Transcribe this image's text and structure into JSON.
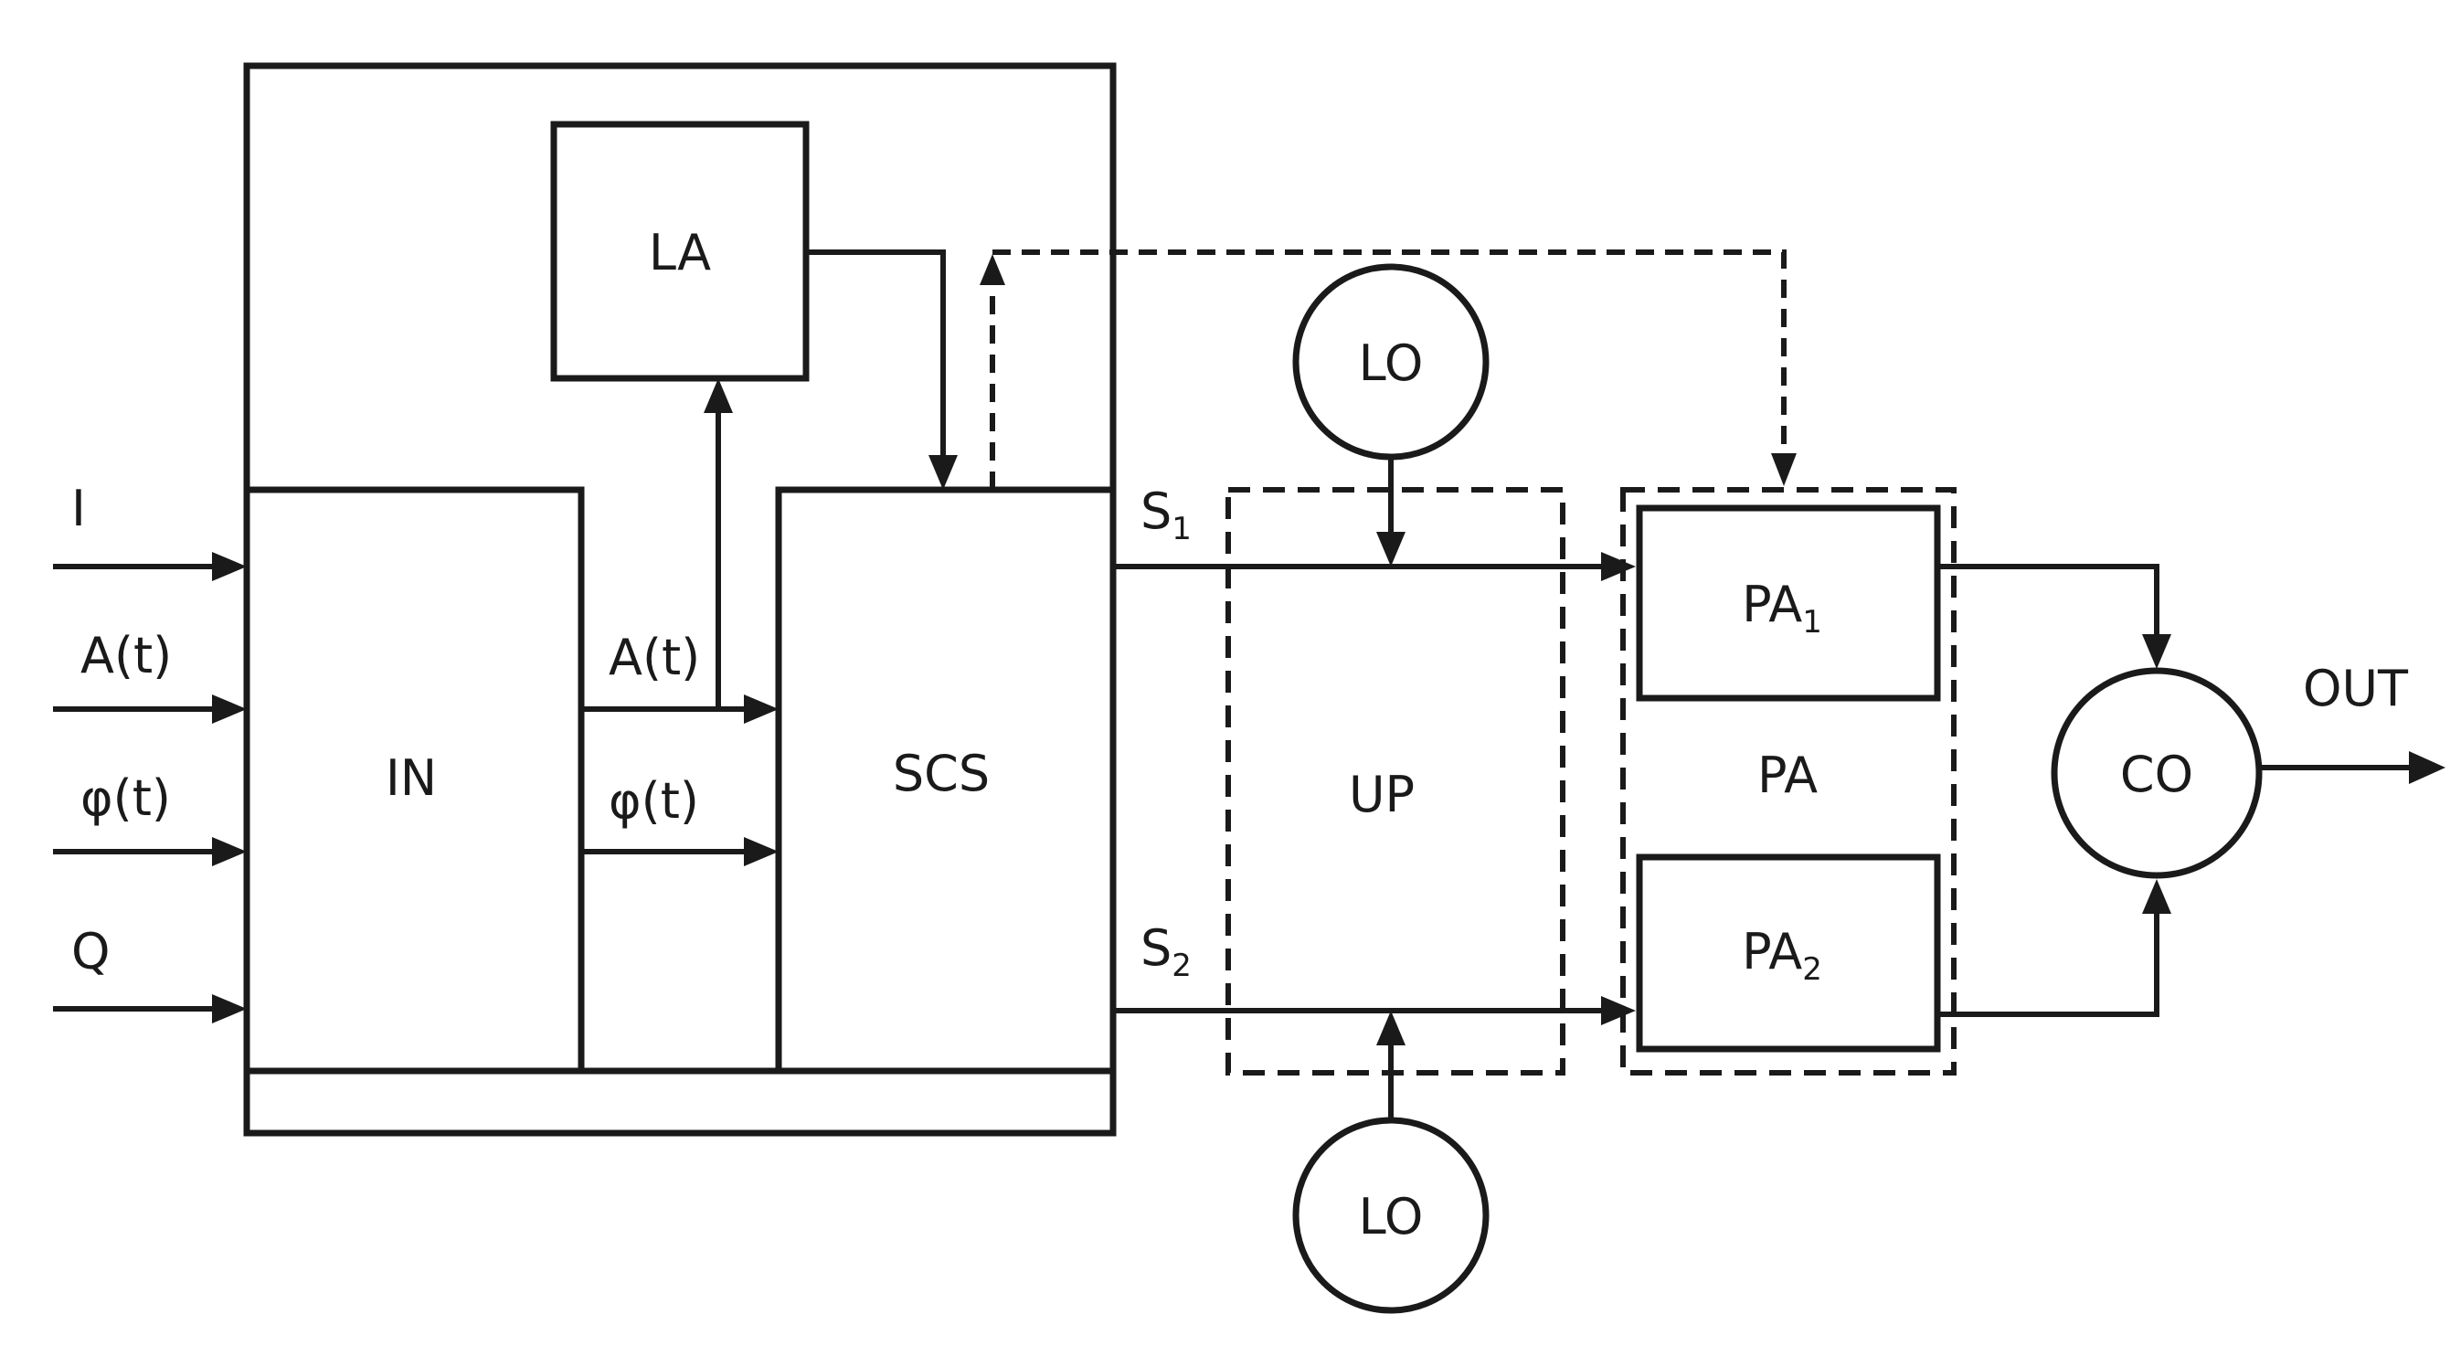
{
  "inputs": {
    "i": "I",
    "a": "A(t)",
    "phi": "φ(t)",
    "q": "Q"
  },
  "blocks": {
    "in": "IN",
    "la": "LA",
    "scs": "SCS",
    "up": "UP",
    "pa": "PA",
    "pa1": "PA",
    "pa1_sub": "1",
    "pa2": "PA",
    "pa2_sub": "2",
    "lo_top": "LO",
    "lo_bottom": "LO",
    "co": "CO"
  },
  "signals": {
    "a_internal": "A(t)",
    "phi_internal": "φ(t)",
    "s1": "S",
    "s1_sub": "1",
    "s2": "S",
    "s2_sub": "2",
    "out": "OUT"
  }
}
